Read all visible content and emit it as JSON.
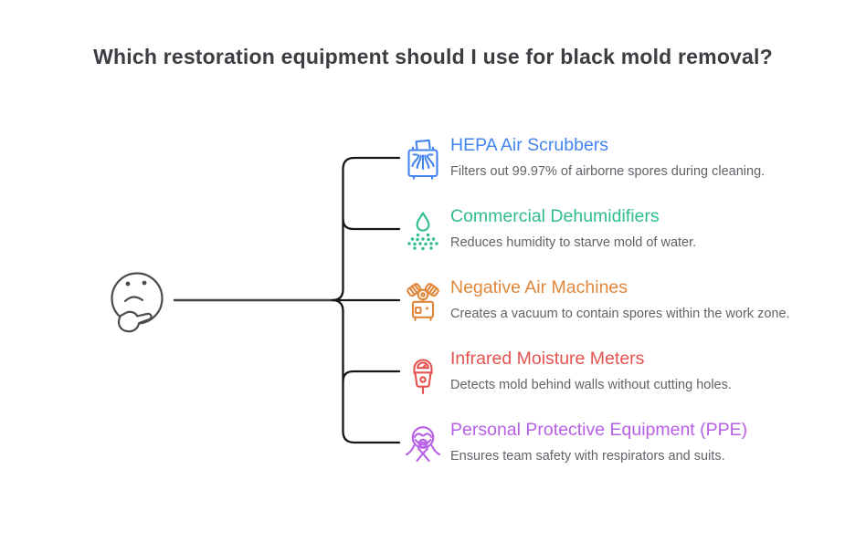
{
  "header": {
    "title": "Which restoration equipment should I use for black mold removal?"
  },
  "colors": {
    "heading": "#3b3e42",
    "description": "#5f6368",
    "connector": "#161616",
    "subject_line": "#3f3f3f",
    "face": "#4a4d50"
  },
  "subject": {
    "icon": "thinking-face-icon"
  },
  "items": [
    {
      "label": "HEPA Air Scrubbers",
      "description": "Filters out 99.97% of airborne spores during cleaning.",
      "color": "#4385f0",
      "icon": "air-scrubber-icon"
    },
    {
      "label": "Commercial Dehumidifiers",
      "description": "Reduces humidity to starve mold of water.",
      "color": "#2fbe8b",
      "icon": "dehumidifier-icon"
    },
    {
      "label": "Negative Air Machines",
      "description": "Creates a vacuum to contain spores within the work zone.",
      "color": "#e1873b",
      "icon": "negative-air-machine-icon"
    },
    {
      "label": "Infrared Moisture Meters",
      "description": "Detects mold behind walls without cutting holes.",
      "color": "#e5534f",
      "icon": "moisture-meter-icon"
    },
    {
      "label": "Personal Protective Equipment (PPE)",
      "description": "Ensures team safety with respirators and suits.",
      "color": "#b75fe5",
      "icon": "ppe-respirator-icon"
    }
  ]
}
